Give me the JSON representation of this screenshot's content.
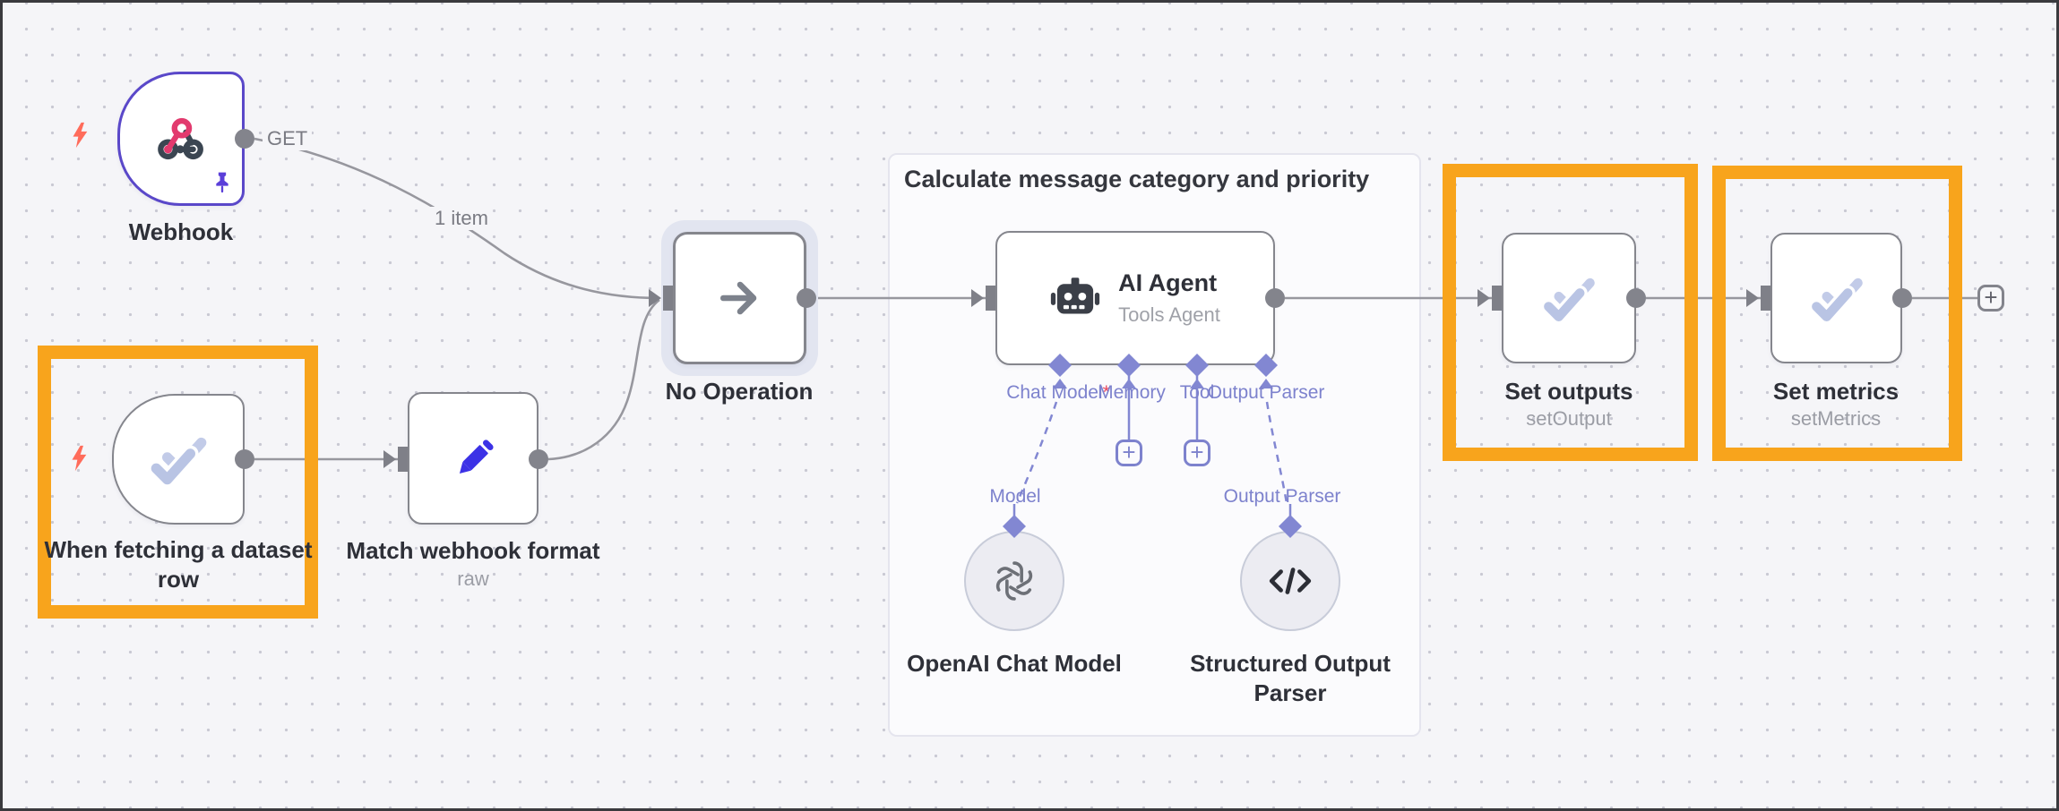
{
  "canvas": {
    "background": "#f5f5f8",
    "frame_color": "#3a3a3e",
    "highlight_color": "#f8a41c"
  },
  "group": {
    "title": "Calculate message category and priority"
  },
  "wires": {
    "webhook_out_label": "GET",
    "webhook_items_label": "1 item"
  },
  "nodes": {
    "webhook": {
      "label": "Webhook"
    },
    "dataset_trigger": {
      "label": "When fetching a dataset row"
    },
    "match_format": {
      "label": "Match webhook format",
      "subtitle": "raw"
    },
    "no_operation": {
      "label": "No Operation"
    },
    "ai_agent": {
      "title": "AI Agent",
      "subtitle": "Tools Agent",
      "required_marker": "*",
      "ports": [
        "Chat Model",
        "Memory",
        "Tool",
        "Output Parser"
      ]
    },
    "openai_model": {
      "label": "OpenAI Chat Model",
      "port_label": "Model"
    },
    "output_parser": {
      "label": "Structured Output Parser",
      "port_label": "Output Parser"
    },
    "set_outputs": {
      "label": "Set outputs",
      "subtitle": "setOutput"
    },
    "set_metrics": {
      "label": "Set metrics",
      "subtitle": "setMetrics"
    }
  },
  "buttons": {
    "add_memory": "+",
    "add_tool": "+",
    "add_next": "+"
  }
}
